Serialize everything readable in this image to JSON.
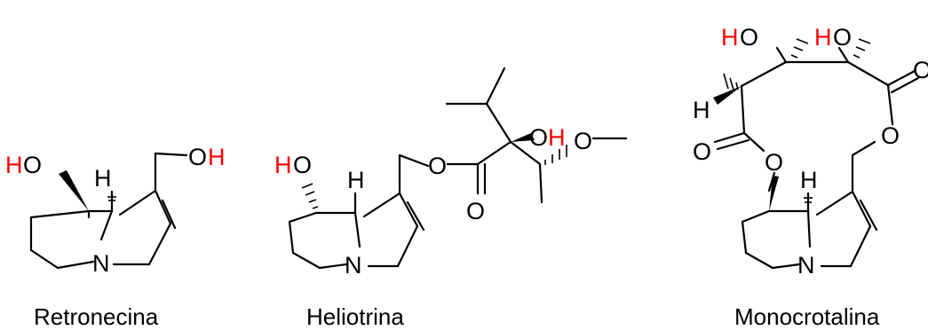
{
  "molecules": [
    {
      "name": "Retronecina",
      "atoms": {
        "ho_h": "H",
        "ho_o": "O",
        "bridge_h": "H",
        "n": "N",
        "oh_o": "O",
        "oh_h": "H"
      }
    },
    {
      "name": "Heliotrina",
      "atoms": {
        "ho_h": "H",
        "ho_o": "O",
        "bridge_h": "H",
        "n": "N",
        "ester_o": "O",
        "carbonyl_o": "O",
        "oh_o": "O",
        "oh_h": "H",
        "ome_o": "O"
      }
    },
    {
      "name": "Monocrotalina",
      "atoms": {
        "ho1_h": "H",
        "ho1_o": "O",
        "ho2_h": "H",
        "ho2_o": "O",
        "carbonyl_r": "O",
        "ring_o_r": "O",
        "ch_h": "H",
        "carbonyl_l": "O",
        "ring_o_l": "O",
        "bridge_h": "H",
        "n": "N"
      }
    }
  ],
  "colors": {
    "heteroatom_h": "#ff0000",
    "bond": "#000000"
  }
}
